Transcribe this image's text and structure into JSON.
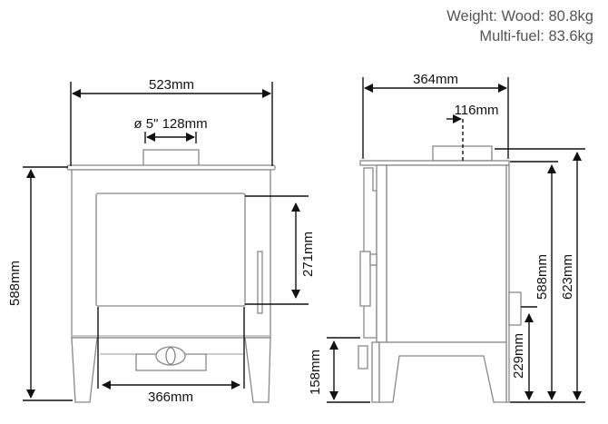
{
  "weights": {
    "wood": "Weight: Wood: 80.8kg",
    "multifuel": "Multi-fuel: 83.6kg"
  },
  "front_view": {
    "width": "523mm",
    "flue": "ø 5\" 128mm",
    "height": "588mm",
    "glass_height": "271mm",
    "leg_gap": "366mm"
  },
  "side_view": {
    "depth": "364mm",
    "flue_offset": "116mm",
    "height_body": "588mm",
    "height_flue": "623mm",
    "rear_outlet": "229mm",
    "door_base": "158mm"
  }
}
